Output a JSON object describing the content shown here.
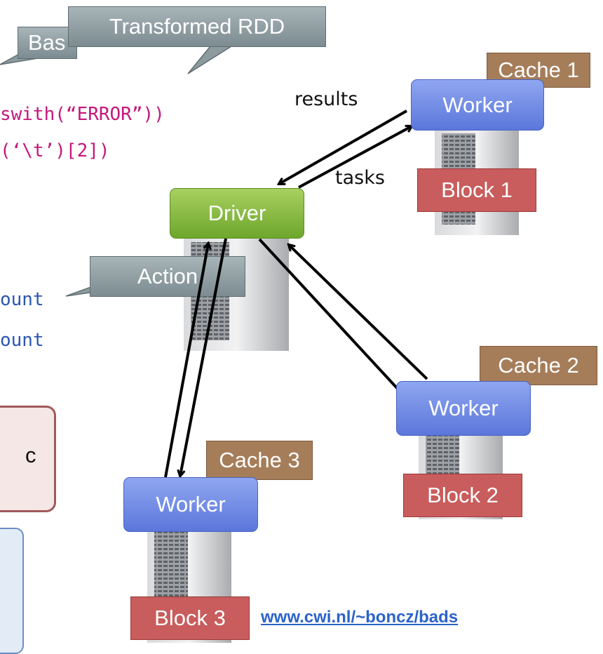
{
  "callouts": {
    "base_rdd_fragment": "Bas",
    "transformed_rdd": "Transformed RDD",
    "action": "Action"
  },
  "code": {
    "line1": "swith(“ERROR”))",
    "line2": "(‘\\t’)[2])",
    "line3": "ount",
    "line4": "ount"
  },
  "panel": {
    "text_fragment": "c"
  },
  "nodes": {
    "driver": "Driver",
    "worker1": "Worker",
    "worker2": "Worker",
    "worker3": "Worker",
    "cache1": "Cache 1",
    "cache2": "Cache 2",
    "cache3": "Cache 3",
    "block1": "Block 1",
    "block2": "Block 2",
    "block3": "Block 3"
  },
  "edge_labels": {
    "results": "results",
    "tasks": "tasks"
  },
  "footer": {
    "link": "www.cwi.nl/~boncz/bads"
  },
  "colors": {
    "worker": "#5b77db",
    "driver": "#6ea62c",
    "cache": "#a57d59",
    "block": "#c95c5c",
    "callout": "#7d8c91",
    "code_pink": "#c6177a",
    "code_blue": "#2a56b3",
    "link": "#2b63c9"
  }
}
